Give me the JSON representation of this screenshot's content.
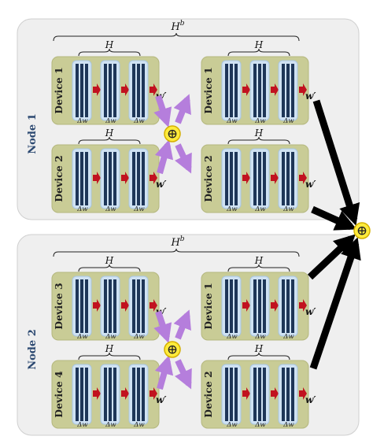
{
  "nodes": [
    {
      "label": "Node 1",
      "span_label": "H",
      "span_superscript": "b",
      "left_devices": [
        {
          "label": "Device 1",
          "span_label": "H",
          "output": "w′",
          "deltas": [
            "Δw",
            "Δw",
            "Δw"
          ]
        },
        {
          "label": "Device 2",
          "span_label": "H",
          "output": "w′",
          "deltas": [
            "Δw",
            "Δw",
            "Δw"
          ]
        }
      ],
      "right_devices": [
        {
          "label": "Device 1",
          "span_label": "H",
          "output": "w′",
          "deltas": [
            "Δw",
            "Δw",
            "Δw"
          ]
        },
        {
          "label": "Device 2",
          "span_label": "H",
          "output": "w′",
          "deltas": [
            "Δw",
            "Δw",
            "Δw"
          ]
        }
      ],
      "aggregator_symbol": "⊕"
    },
    {
      "label": "Node 2",
      "span_label": "H",
      "span_superscript": "b",
      "left_devices": [
        {
          "label": "Device 3",
          "span_label": "H",
          "output": "w′",
          "deltas": [
            "Δw",
            "Δw",
            "Δw"
          ]
        },
        {
          "label": "Device 4",
          "span_label": "H",
          "output": "w′",
          "deltas": [
            "Δw",
            "Δw",
            "Δw"
          ]
        }
      ],
      "right_devices": [
        {
          "label": "Device 1",
          "span_label": "H",
          "output": "w′",
          "deltas": [
            "Δw",
            "Δw",
            "Δw"
          ]
        },
        {
          "label": "Device 2",
          "span_label": "H",
          "output": "w′",
          "deltas": [
            "Δw",
            "Δw",
            "Δw"
          ]
        }
      ],
      "aggregator_symbol": "⊕"
    }
  ],
  "global_aggregator_symbol": "⊕",
  "colors": {
    "node_bg": "#efefef",
    "node_border": "#cfcfcf",
    "device_bg": "#c9cc96",
    "device_border": "#b4b77e",
    "layer_outer": "#cfe2f3",
    "layer_bar": "#1d3557",
    "step_arrow": "#c1121f",
    "exchange_arrow": "#b57edc",
    "aggregator_fill": "#ffeb3b",
    "aggregator_stroke": "#d4b000",
    "node_label": "#2d4a72",
    "global_arrow": "#000000"
  }
}
